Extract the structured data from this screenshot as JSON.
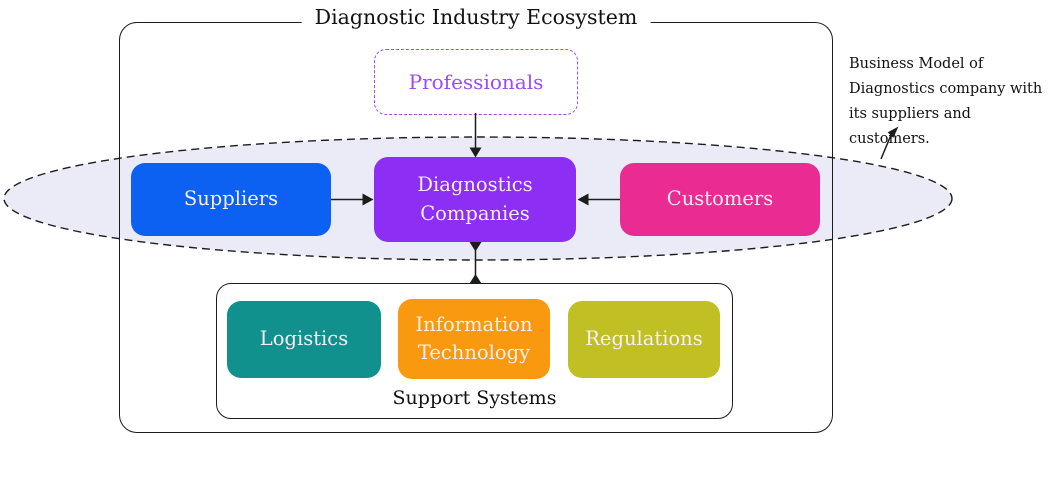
{
  "diagram": {
    "title": "Diagnostic Industry Ecosystem",
    "nodes": {
      "professionals": {
        "label": "Professionals"
      },
      "suppliers": {
        "label": "Suppliers"
      },
      "diagnostics_companies": {
        "label": "Diagnostics Companies"
      },
      "customers": {
        "label": "Customers"
      },
      "logistics": {
        "label": "Logistics"
      },
      "information_technology": {
        "label": "Information Technology"
      },
      "regulations": {
        "label": "Regulations"
      }
    },
    "support_group_label": "Support Systems",
    "annotation": {
      "line1": "Business Model of",
      "line2": "Diagnostics company with",
      "line3": "its suppliers and customers."
    },
    "colors": {
      "suppliers_blue": "#0c60f2",
      "diagnostics_purple": "#8c2ef3",
      "customers_pink": "#ea2b92",
      "logistics_teal": "#10918e",
      "it_orange": "#f8990f",
      "regulations_olive": "#c0c024",
      "professionals_purple": "#9b4cf6",
      "ellipse_fill": "#ebebf8",
      "line_black": "#1c1c1c",
      "node_text": "#f5eef7"
    }
  }
}
